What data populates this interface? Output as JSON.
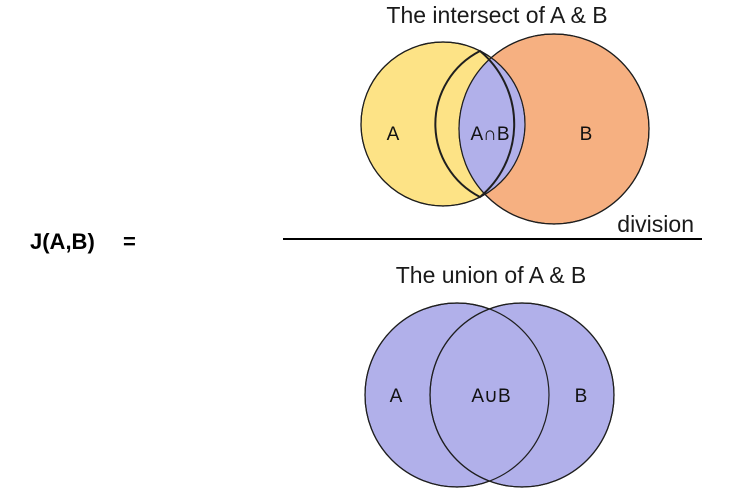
{
  "formula": {
    "lhs": "J(A,B)",
    "equals": "="
  },
  "numerator": {
    "caption": "The intersect of A & B",
    "labels": {
      "a": "A",
      "center": "A∩B",
      "b": "B"
    }
  },
  "division_label": "division",
  "denominator": {
    "caption": "The union of A & B",
    "labels": {
      "a": "A",
      "center": "A∪B",
      "b": "B"
    }
  },
  "colors": {
    "set_a": "#fde386",
    "set_b": "#f6b081",
    "overlap": "#b1b0ea",
    "union": "#b1b0ea",
    "outline": "#1f1f1f"
  }
}
